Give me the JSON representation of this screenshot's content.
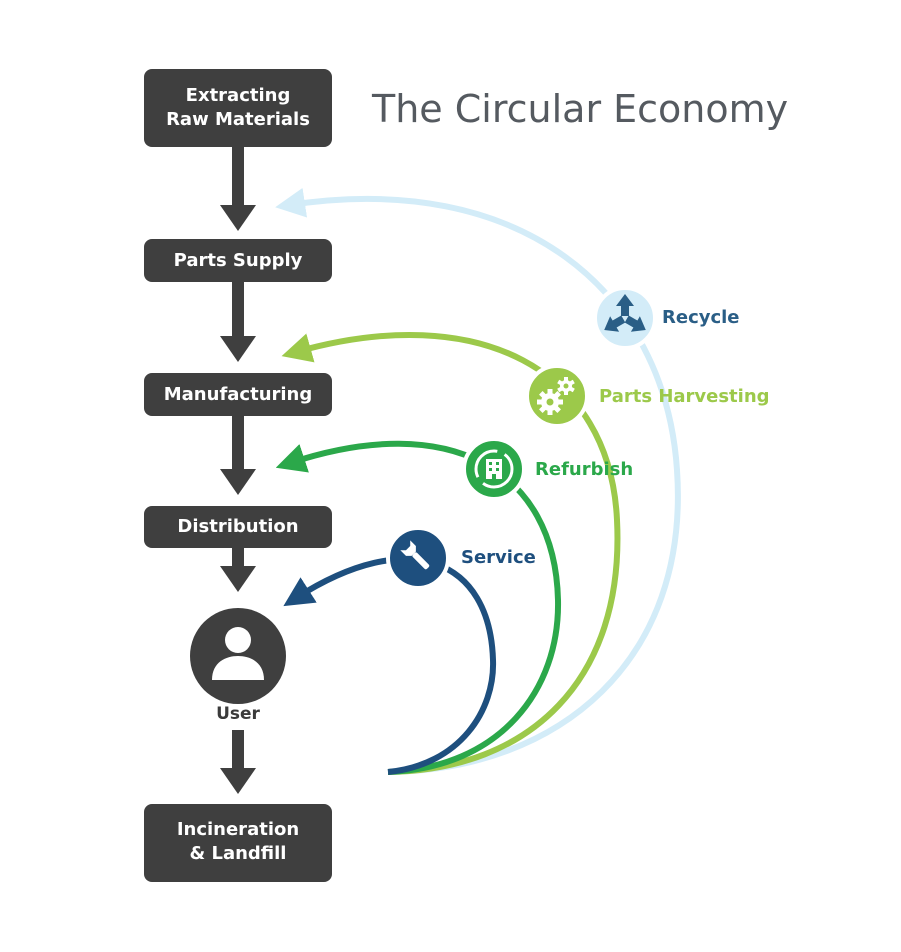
{
  "title": "The Circular Economy",
  "stages": [
    {
      "line1": "Extracting",
      "line2": "Raw Materials"
    },
    {
      "label": "Parts Supply"
    },
    {
      "label": "Manufacturing"
    },
    {
      "label": "Distribution"
    },
    {
      "label": "User"
    },
    {
      "line1": "Incineration",
      "line2": "& Landfill"
    }
  ],
  "loops": [
    {
      "label": "Recycle",
      "icon": "recycle-icon",
      "color": "#d3ecf8",
      "label_color": "#2a5e86",
      "icon_color": "#2a5e86"
    },
    {
      "label": "Parts Harvesting",
      "icon": "gears-icon",
      "color": "#9cc94a",
      "label_color": "#9cc94a",
      "icon_color": "#ffffff"
    },
    {
      "label": "Refurbish",
      "icon": "building-refresh-icon",
      "color": "#2ba84a",
      "label_color": "#2ba84a",
      "icon_color": "#ffffff"
    },
    {
      "label": "Service",
      "icon": "wrench-icon",
      "color": "#1e4f7e",
      "label_color": "#1e4f7e",
      "icon_color": "#ffffff"
    }
  ],
  "colors": {
    "box": "#3f3f3f",
    "arrow": "#3f3f3f"
  }
}
